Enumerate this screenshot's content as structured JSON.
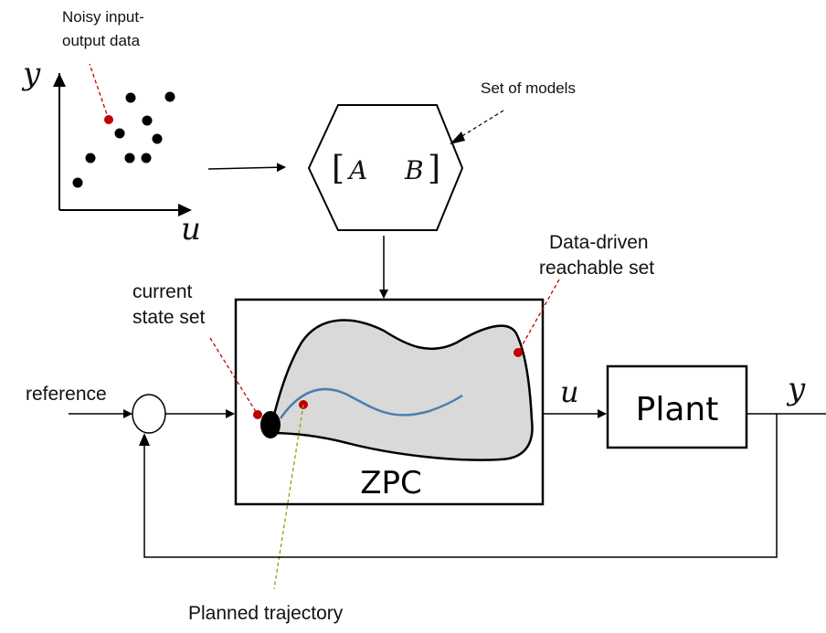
{
  "labels": {
    "noisy_line1": "Noisy input-",
    "noisy_line2": "output data",
    "axis_y": "y",
    "axis_u": "u",
    "set_of_models": "Set of models",
    "model_A": "A",
    "model_B": "B",
    "data_driven_line1": "Data-driven",
    "data_driven_line2": "reachable set",
    "current_line1": "current",
    "current_line2": "state set",
    "reference": "reference",
    "controller_u": "u",
    "plant": "Plant",
    "output_y": "y",
    "zpc": "ZPC",
    "planned_trajectory": "Planned trajectory"
  },
  "colors": {
    "highlight_point": "#c00000",
    "leader_line": "#c00000",
    "trajectory": "#4a7fb0",
    "reachable_fill": "#d9d9d9",
    "planned_leader": "#9a9a00"
  }
}
